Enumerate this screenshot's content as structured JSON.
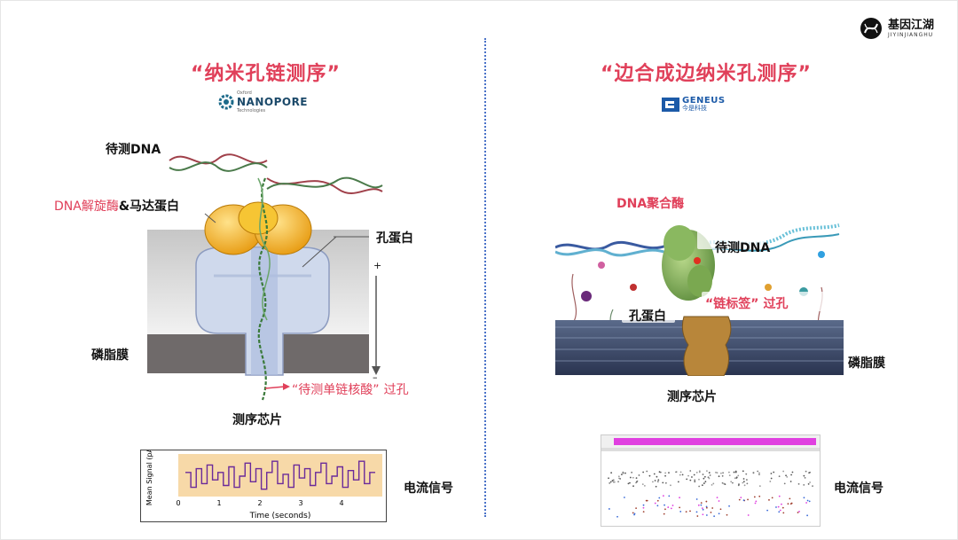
{
  "brand": {
    "name": "基因江湖",
    "subtitle": "JIYINJIANGHU"
  },
  "left": {
    "title": "“纳米孔链测序”",
    "logo": {
      "small": "Oxford",
      "main": "NANOPORE",
      "sub": "Technologies"
    },
    "labels": {
      "dna": "待测DNA",
      "helicase_a": "DNA解旋酶",
      "helicase_b": "&马达蛋白",
      "pore": "孔蛋白",
      "membrane": "磷脂膜",
      "pass_a": "“待测单链核酸”",
      "pass_b": "过孔",
      "chip": "测序芯片",
      "signal": "电流信号",
      "plus": "+",
      "minus": "–"
    },
    "chart_data": {
      "type": "line",
      "xlabel": "Time (seconds)",
      "ylabel": "Mean Signal (pA)",
      "x_ticks": [
        0,
        1,
        2,
        3,
        4
      ],
      "xlim": [
        0,
        5
      ],
      "ylim": [
        0,
        1
      ]
    }
  },
  "right": {
    "title": "“边合成边纳米孔测序”",
    "logo": {
      "main": "GENEUS",
      "sub": "今是科技"
    },
    "labels": {
      "polymerase": "DNA聚合酶",
      "dna": "待测DNA",
      "pore": "孔蛋白",
      "tag_a": "“链标签”",
      "tag_b": "过孔",
      "membrane": "磷脂膜",
      "chip": "测序芯片",
      "signal": "电流信号"
    }
  },
  "colors": {
    "accent": "#e0405a",
    "divider": "#4a72c8",
    "signal": "#6a2a9a",
    "band": "#f7d9a8",
    "gold": "#f2b419"
  }
}
